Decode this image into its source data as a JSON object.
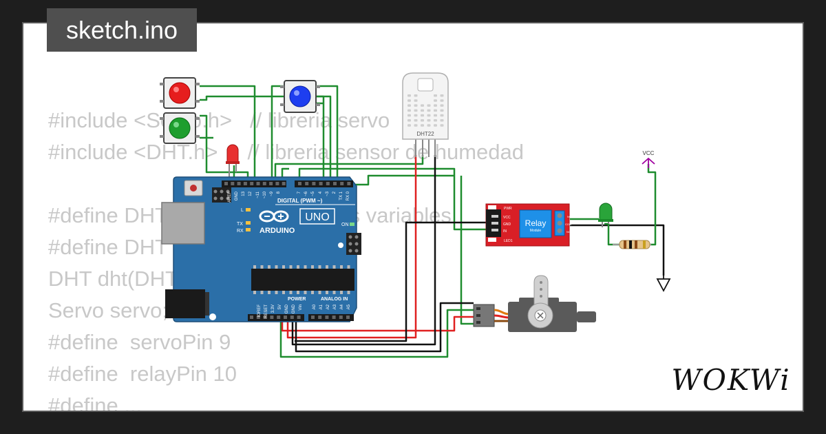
{
  "file_tab": {
    "label": "sketch.ino"
  },
  "code_lines": [
    "#include <Servo.h>   // libreria servo",
    "#include <DHT.h>     // libreria sensor de humedad",
    "",
    "#define DHTPIN 2     // define las variables",
    "#define DHTTYPE DHT22",
    "DHT dht(DHTPIN, DHTTYPE);",
    "Servo servo;",
    "#define  servoPin 9",
    "#define  relayPin 10",
    "#define ...",
    ""
  ],
  "board": {
    "brand": "ARDUINO",
    "model": "UNO",
    "digital_label": "DIGITAL (PWM ~)",
    "power_label": "POWER",
    "analog_label": "ANALOG IN",
    "on_label": "ON",
    "tx_label": "TX",
    "rx_label": "RX",
    "l_label": "L",
    "aref_label": "AREF",
    "gnd_label": "GND",
    "digital_pins": [
      "13",
      "12",
      "~11",
      "~10",
      "~9",
      "8",
      "7",
      "~6",
      "~5",
      "4",
      "~3",
      "2",
      "TX 1",
      "RX 0"
    ],
    "power_pins": [
      "IOREF",
      "RESET",
      "3.3V",
      "5V",
      "GND",
      "GND",
      "Vin"
    ],
    "analog_pins": [
      "A0",
      "A1",
      "A2",
      "A3",
      "A4",
      "A5"
    ]
  },
  "sensor": {
    "label": "DHT22"
  },
  "relay": {
    "title": "Relay",
    "subtitle": "Module",
    "pins": [
      "VCC",
      "GND",
      "IN"
    ],
    "leds": [
      "PWR",
      "LED1"
    ],
    "terminals": [
      "NC",
      "COM",
      "NO"
    ]
  },
  "power_symbol": {
    "label": "VCC"
  },
  "logo": {
    "text": "WOKWi"
  },
  "colors": {
    "wire_green": "#1e8c2e",
    "wire_red": "#e02020",
    "wire_black": "#111111",
    "board_blue": "#2b6fa8",
    "relay_red": "#d91f26"
  }
}
